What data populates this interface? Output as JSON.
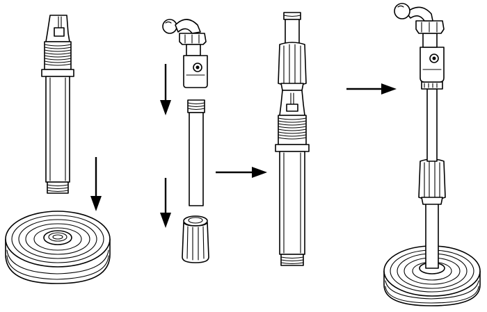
{
  "diagram": {
    "kind": "assembly-instructions",
    "steps": [
      {
        "id": "step-1",
        "parts": [
          "lower-tube",
          "round-base"
        ]
      },
      {
        "id": "step-2",
        "parts": [
          "mic-clip",
          "upper-tube",
          "clutch-collar"
        ]
      },
      {
        "id": "step-3",
        "parts": [
          "assembled-tube"
        ]
      },
      {
        "id": "step-4",
        "parts": [
          "completed-stand"
        ]
      }
    ],
    "arrows": [
      {
        "id": "arrow-tube-to-base",
        "direction": "down"
      },
      {
        "id": "arrow-clip-to-tube",
        "direction": "down"
      },
      {
        "id": "arrow-collar-to-tube",
        "direction": "down"
      },
      {
        "id": "arrow-step2-to-step3",
        "direction": "right"
      },
      {
        "id": "arrow-step3-to-step4",
        "direction": "right"
      }
    ],
    "colors": {
      "line": "#000000",
      "fill": "#ffffff"
    }
  }
}
